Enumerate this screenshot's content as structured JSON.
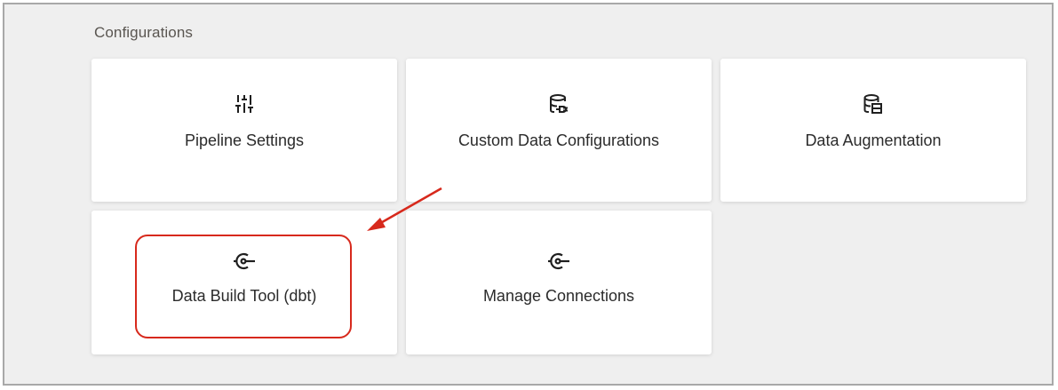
{
  "section": {
    "title": "Configurations"
  },
  "cards": [
    {
      "label": "Pipeline Settings",
      "icon": "sliders-icon"
    },
    {
      "label": "Custom Data Configurations",
      "icon": "database-plug-icon"
    },
    {
      "label": "Data Augmentation",
      "icon": "database-table-icon"
    },
    {
      "label": "Data Build Tool (dbt)",
      "icon": "connection-icon"
    },
    {
      "label": "Manage Connections",
      "icon": "connection-icon"
    }
  ],
  "annotation": {
    "highlight_color": "#d7291c",
    "highlighted_card": "Data Build Tool (dbt)"
  }
}
